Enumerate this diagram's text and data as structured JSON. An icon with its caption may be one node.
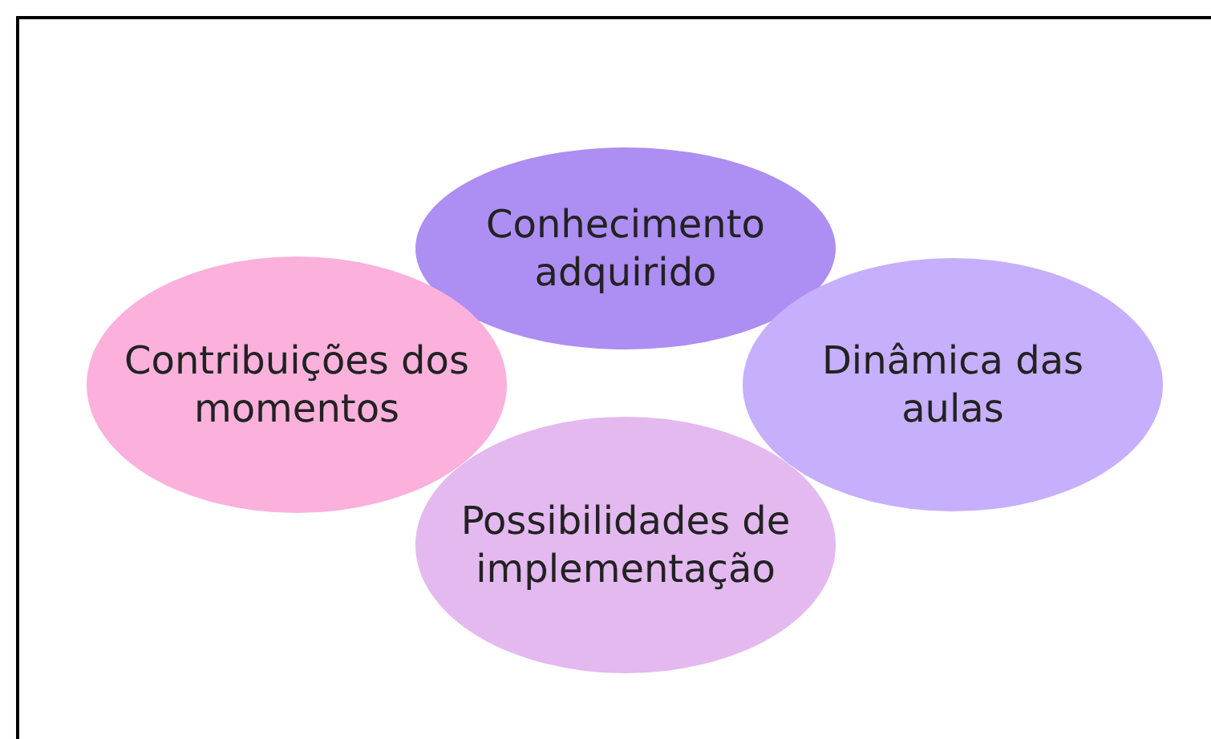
{
  "diagram": {
    "nodes": [
      {
        "text": [
          "Conhecimento adquirido"
        ]
      },
      {
        "text": [
          "Contribuições dos momentos"
        ]
      },
      {
        "text": [
          "Dinâmica das aulas"
        ]
      },
      {
        "text": [
          "Possibilidades de implementação"
        ]
      }
    ],
    "edges": []
  }
}
